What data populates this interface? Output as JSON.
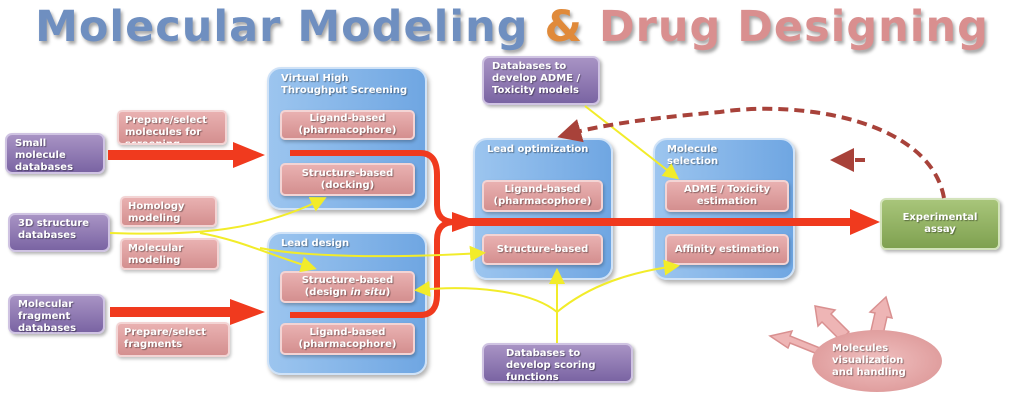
{
  "title": {
    "part1": "Molecular Modeling",
    "amp": "&",
    "part2": "Drug Designing"
  },
  "sources": {
    "small_molecule": "Small molecule databases",
    "structure_3d": "3D structure databases",
    "fragment": "Molecular fragment databases",
    "adme_db": "Databases to develop ADME / Toxicity models",
    "scoring_db": "Databases to develop scoring functions"
  },
  "prep": {
    "prepare_molecules": "Prepare/select molecules for screening",
    "homology": "Homology modeling",
    "molecular_modeling": "Molecular modeling",
    "prepare_fragments": "Prepare/select fragments"
  },
  "vhts": {
    "title": "Virtual High Throughput Screening",
    "ligand": "Ligand-based (pharmacophore)",
    "structure": "Structure-based (docking)"
  },
  "lead_design": {
    "title": "Lead design",
    "structure_pre": "Structure-based (design ",
    "structure_em": "in situ",
    "structure_post": ")",
    "ligand": "Ligand-based (pharmacophore)"
  },
  "lead_opt": {
    "title": "Lead optimization",
    "ligand": "Ligand-based (pharmacophore)",
    "structure": "Structure-based"
  },
  "selection": {
    "title": "Molecule selection",
    "adme": "ADME / Toxicity estimation",
    "affinity": "Affinity estimation"
  },
  "assay": "Experimental assay",
  "visualization": "Molecules visualization and handling",
  "colors": {
    "red": "#f03a1e",
    "yellow": "#f2ec2a",
    "dashed": "#a8423a",
    "purple": "#8e78b3",
    "blue": "#7fb0e6",
    "pink": "#dd9c9c",
    "green": "#8fb062"
  }
}
